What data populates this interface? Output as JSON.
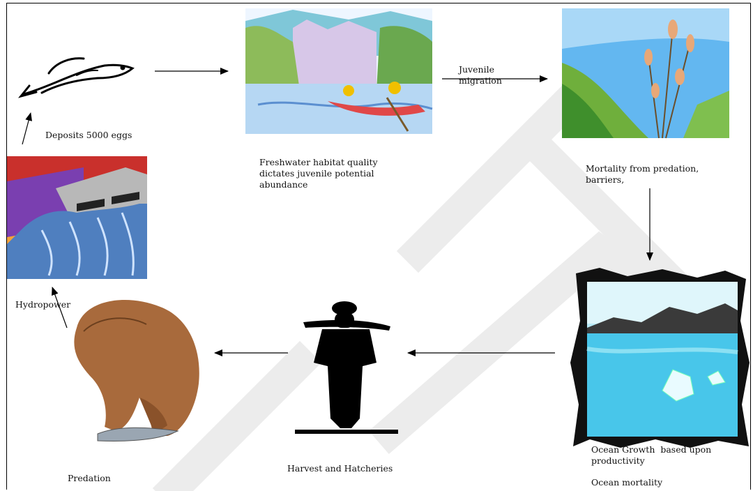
{
  "labels": {
    "deposits": "Deposits 5000 eggs",
    "juvenile_migration": "Juvenile\nmigration",
    "freshwater": "Freshwater habitat quality\ndictates juvenile potential\nabundance",
    "mortality": "Mortality from predation,\nbarriers,",
    "ocean_growth": "Ocean Growth  based upon\nproductivity",
    "ocean_mortality": "Ocean mortality",
    "harvest": "Harvest and Hatcheries",
    "predation": "Predation",
    "hydropower": "Hydropower"
  },
  "icons": {
    "salmon": "salmon-icon",
    "river": "river-canoe-icon",
    "estuary": "estuary-reeds-icon",
    "ocean": "ocean-iceberg-icon",
    "fisherman": "fisherman-icon",
    "bear": "bear-icon",
    "dam": "dam-icon"
  },
  "colors": {
    "line": "#000000",
    "watermark": "#e8e8e8",
    "water": "#3f6fd1",
    "bear": "#a86a3c",
    "dam_purple": "#7a3fb0"
  }
}
